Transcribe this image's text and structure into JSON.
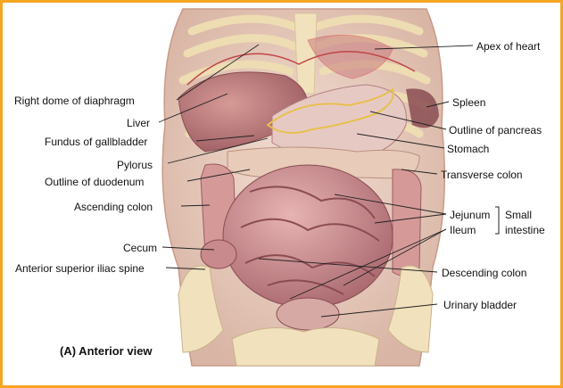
{
  "caption": "(A) Anterior view",
  "colors": {
    "frame": "#f5a623",
    "skin": "#e9cfc1",
    "bone": "#f1e2bd",
    "intestine": "#c98a8e",
    "liver": "#b86f72",
    "pancreas_outline": "#e7c04d",
    "leader_line": "#222222"
  },
  "labels": {
    "left": {
      "right_dome_of_diaphragm": "Right dome of diaphragm",
      "liver": "Liver",
      "fundus_of_gallbladder": "Fundus of gallbladder",
      "pylorus": "Pylorus",
      "outline_of_duodenum": "Outline of duodenum",
      "ascending_colon": "Ascending colon",
      "cecum": "Cecum",
      "anterior_superior_iliac_spine": "Anterior superior iliac spine"
    },
    "right": {
      "apex_of_heart": "Apex of heart",
      "spleen": "Spleen",
      "outline_of_pancreas": "Outline of pancreas",
      "stomach": "Stomach",
      "transverse_colon": "Transverse colon",
      "jejunum": "Jejunum",
      "ileum": "Ileum",
      "small_intestine": "Small intestine",
      "descending_colon": "Descending colon",
      "urinary_bladder": "Urinary bladder"
    }
  }
}
